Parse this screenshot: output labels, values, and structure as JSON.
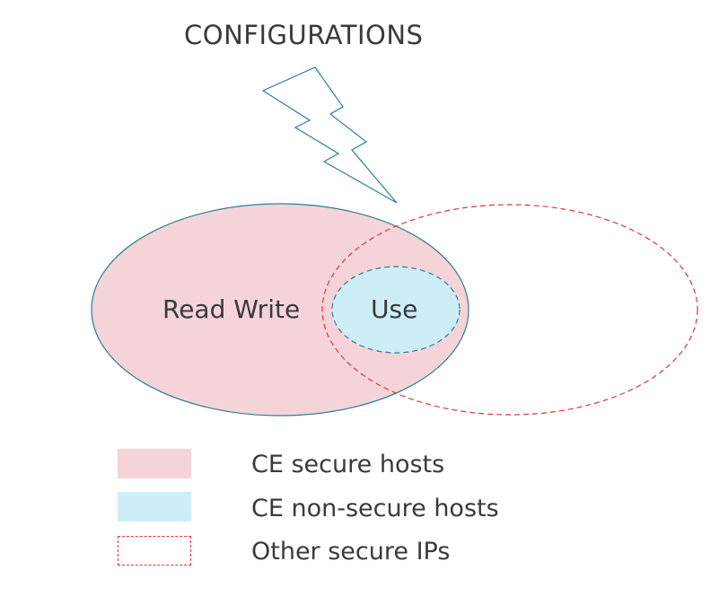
{
  "title": "CONFIGURATIONS",
  "regions": {
    "read_write": "Read Write",
    "use": "Use"
  },
  "legend": [
    {
      "label": "CE secure hosts",
      "style": "filled",
      "color": "#f4d4d9"
    },
    {
      "label": "CE non-secure hosts",
      "style": "filled",
      "color": "#cdeef7"
    },
    {
      "label": "Other secure IPs",
      "style": "dashed",
      "color": "#e0323c"
    }
  ],
  "colors": {
    "secure_fill": "#f4d4d9",
    "nonsecure_fill": "#cdeef7",
    "outline": "#2d7f92",
    "dashed_outline": "#e0323c",
    "text": "#3a3a3a"
  },
  "icons": {
    "lightning": "lightning-bolt-icon"
  }
}
